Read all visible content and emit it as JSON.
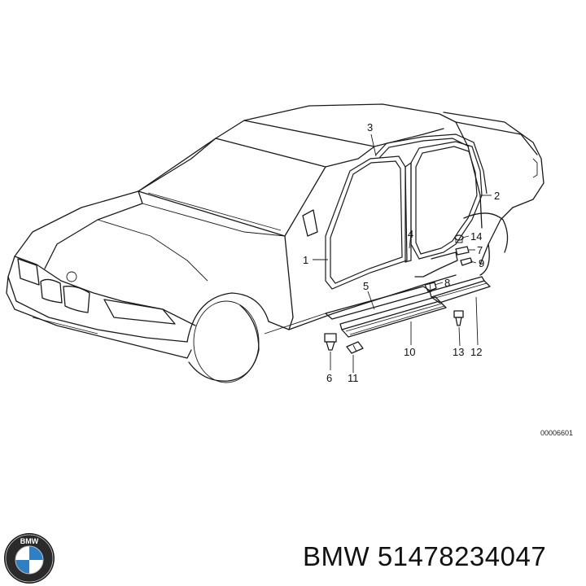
{
  "diagram": {
    "callouts": [
      "1",
      "2",
      "3",
      "4",
      "5",
      "6",
      "7",
      "8",
      "9",
      "10",
      "11",
      "12",
      "13",
      "14"
    ],
    "drawing_code": "00006601"
  },
  "caption": {
    "brand": "BMW",
    "part_number": "51478234047",
    "full_text": "BMW 51478234047"
  },
  "logo": {
    "name": "bmw-roundel",
    "text": "BMW",
    "colors": {
      "blue": "#2f7fc4",
      "white": "#ffffff",
      "ring": "#1a1a1a"
    }
  }
}
